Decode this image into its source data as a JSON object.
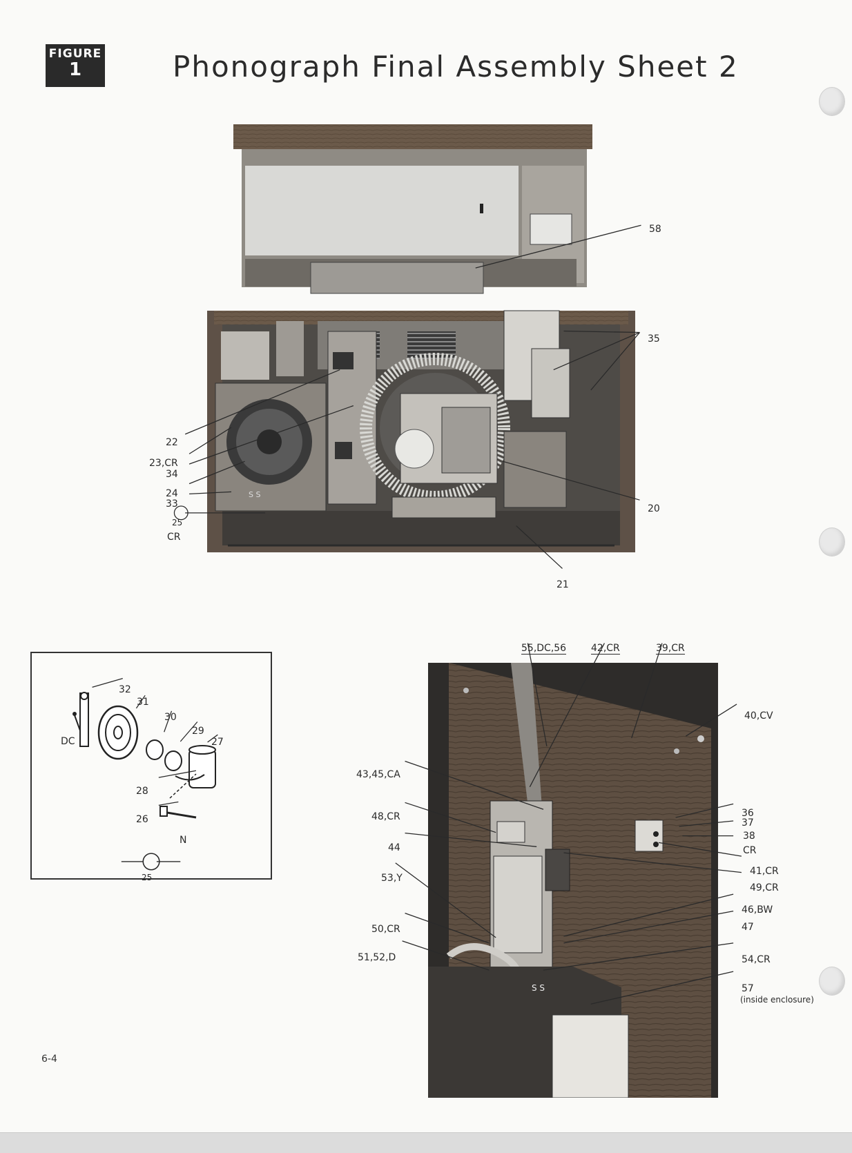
{
  "figure": {
    "word": "FIGURE",
    "number": "1"
  },
  "title": "Phonograph Final Assembly Sheet 2",
  "page_number": "6-4",
  "top_callouts": {
    "c58": "58",
    "c35": "35",
    "c22": "22",
    "c23": "23,CR",
    "c34": "34",
    "c24": "24",
    "c33": "33",
    "c25": "25",
    "c25cr": "CR",
    "c20": "20",
    "c21": "21"
  },
  "inset_callouts": {
    "c32": "32",
    "c31": "31",
    "c30": "30",
    "c29": "29",
    "c27": "27",
    "cdc": "DC",
    "c28": "28",
    "c26": "26",
    "cn": "N",
    "c25": "25"
  },
  "bottom_callouts": {
    "h55": "55,DC,56",
    "h42": "42,CR",
    "h39": "39,CR",
    "c40": "40,CV",
    "c43": "43,45,CA",
    "c48": "48,CR",
    "c44": "44",
    "c53": "53,Y",
    "c50": "50,CR",
    "c51": "51,52,D",
    "c36": "36",
    "c37": "37",
    "c38": "38",
    "ccr": "CR",
    "c41": "41,CR",
    "c49": "49,CR",
    "c46": "46,BW",
    "c47": "47",
    "c54": "54,CR",
    "c57": "57",
    "c57note": "(inside enclosure)"
  }
}
